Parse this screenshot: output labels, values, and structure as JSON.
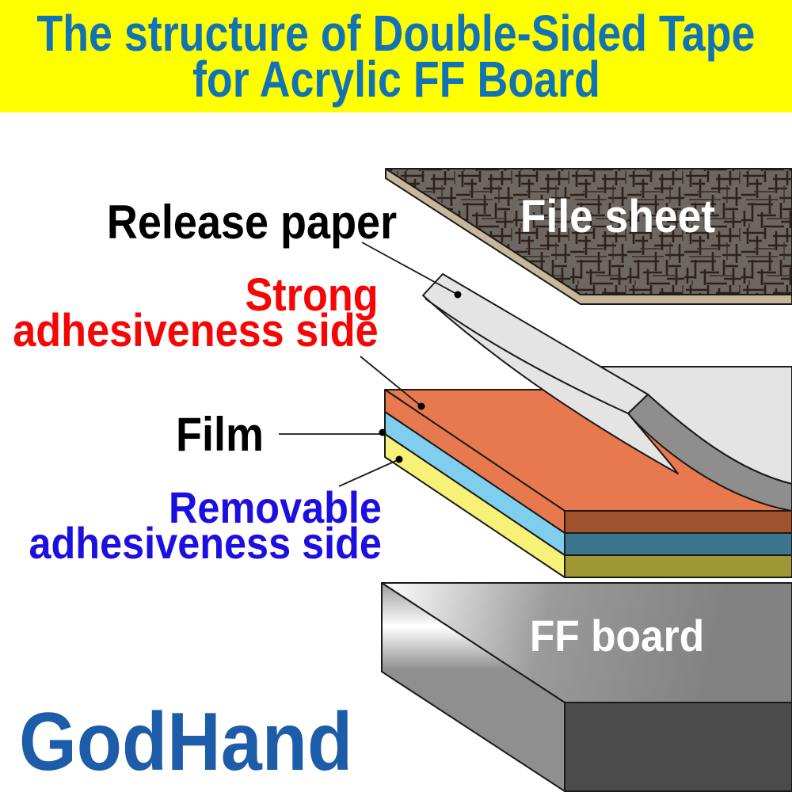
{
  "title": {
    "line1": "The structure of Double-Sided Tape",
    "line2": "for Acrylic FF Board"
  },
  "labels": {
    "release_paper": "Release paper",
    "strong_line1": "Strong",
    "strong_line2": "adhesiveness side",
    "film": "Film",
    "removable_line1": "Removable",
    "removable_line2": "adhesiveness side",
    "file_sheet": "File sheet",
    "ff_board": "FF board"
  },
  "brand": {
    "logo": "GodHand"
  },
  "diagram": {
    "type": "exploded-layer-diagram",
    "layers_top_to_bottom": [
      "File sheet",
      "Release paper (peeling off)",
      "Strong adhesiveness side (orange adhesive layer)",
      "Film (blue core layer)",
      "Removable adhesiveness side (yellow adhesive layer)",
      "FF board"
    ]
  },
  "colors": {
    "banner_bg": "#FFFF00",
    "title_text": "#1173B6",
    "strong_text": "#F70505",
    "removable_text": "#1D0FE0",
    "brand_text": "#1D5CA8",
    "file_sheet_base": "#6C6761",
    "file_sheet_hatch": "#2E2119",
    "file_sheet_edge": "#C8B79A",
    "paper": "#E4E4E4",
    "paper_edge_band": "#8E8E8E",
    "orange_top": "#E8784D",
    "orange_front": "#A0522D",
    "film_side": "#7FCEEE",
    "film_front": "#3A758D",
    "removable_side": "#F8F178",
    "removable_front": "#9F9733",
    "board_front": "#4B4B4B",
    "leader_dot": "#000000"
  }
}
